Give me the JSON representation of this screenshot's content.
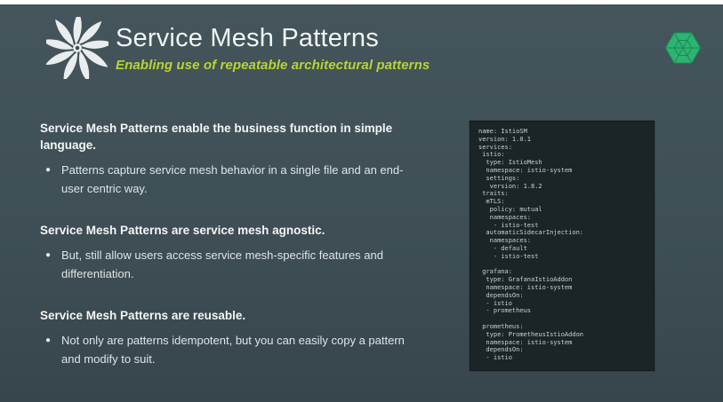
{
  "slide": {
    "title": "Service Mesh Patterns",
    "subtitle": "Enabling use of repeatable architectural patterns"
  },
  "content": {
    "sections": [
      {
        "heading": "Service Mesh Patterns enable the business function in simple language.",
        "bullets": [
          "Patterns capture service mesh behavior in a single file and an end-user centric way."
        ]
      },
      {
        "heading": "Service Mesh Patterns are service mesh agnostic.",
        "bullets": [
          "But, still allow users access service mesh-specific features and differentiation."
        ]
      },
      {
        "heading": "Service Mesh Patterns are reusable.",
        "bullets": [
          "Not only are patterns idempotent, but you can easily copy a pattern and modify to suit."
        ]
      }
    ],
    "bullet_glyph": "●"
  },
  "code_panel": {
    "yaml": "name: IstioSM\nversion: 1.0.1\nservices:\n istio:\n  type: IstioMesh\n  namespace: istio-system\n  settings:\n   version: 1.8.2\n traits:\n  mTLS:\n   policy: mutual\n   namespaces:\n    - istio-test\n  automaticSidecarInjection:\n   namespaces:\n    - default\n    - istio-test\n\n grafana:\n  type: GrafanaIstioAddon\n  namespace: istio-system\n  dependsOn:\n  - istio\n  - prometheus\n\n prometheus:\n  type: PrometheusIstioAddon\n  namespace: istio-system\n  dependsOn:\n  - istio"
  },
  "icons": {
    "left_logo": "swirl-pinwheel-logo",
    "right_logo": "green-geodesic-hexagon-logo"
  },
  "colors": {
    "slide_background": "#3f5056",
    "subtitle_green": "#b9d432",
    "code_background": "#1b2427",
    "logo_green": "#2eb472"
  }
}
